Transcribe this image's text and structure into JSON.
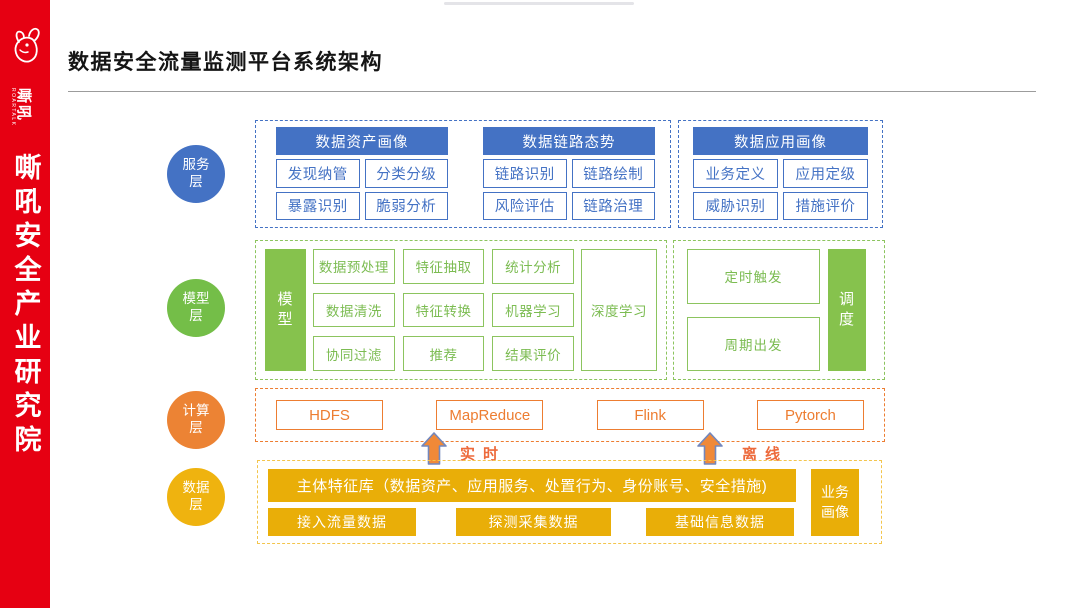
{
  "sidebar": {
    "logo_text": "嘶吼",
    "logo_subtext": "ROARTALK",
    "org_name": "嘶吼安全产业研究院",
    "bg_color": "#E60012"
  },
  "header": {
    "title": "数据安全流量监测平台系统架构"
  },
  "palette": {
    "service_blue": "#4472C4",
    "model_green": "#86C24D",
    "compute_orange": "#ED7D31",
    "data_gold": "#E9AE08",
    "flow_label_color": "#ED6A3C"
  },
  "service_layer": {
    "circle_label": "服务层",
    "groups": [
      {
        "header": "数据资产画像",
        "cells": [
          "发现纳管",
          "分类分级",
          "暴露识别",
          "脆弱分析"
        ]
      },
      {
        "header": "数据链路态势",
        "cells": [
          "链路识别",
          "链路绘制",
          "风险评估",
          "链路治理"
        ]
      },
      {
        "header": "数据应用画像",
        "cells": [
          "业务定义",
          "应用定级",
          "威胁识别",
          "措施评价"
        ]
      }
    ]
  },
  "model_layer": {
    "circle_label": "模型层",
    "side_label_left": "模型",
    "grid": [
      "数据预处理",
      "特征抽取",
      "统计分析",
      "数据清洗",
      "特征转换",
      "机器学习",
      "协同过滤",
      "推荐",
      "结果评价"
    ],
    "tall_box": "深度学习",
    "schedule_boxes": [
      "定时触发",
      "周期出发"
    ],
    "side_label_right": "调度"
  },
  "compute_layer": {
    "circle_label": "计算层",
    "boxes": [
      "HDFS",
      "MapReduce",
      "Flink",
      "Pytorch"
    ]
  },
  "flow": {
    "labels": [
      "实时",
      "离线"
    ]
  },
  "data_layer": {
    "circle_label": "数据层",
    "main_box": "主体特征库（数据资产、应用服务、处置行为、身份账号、安全措施)",
    "row_boxes": [
      "接入流量数据",
      "探测采集数据",
      "基础信息数据"
    ],
    "side_box": "业务画像"
  }
}
